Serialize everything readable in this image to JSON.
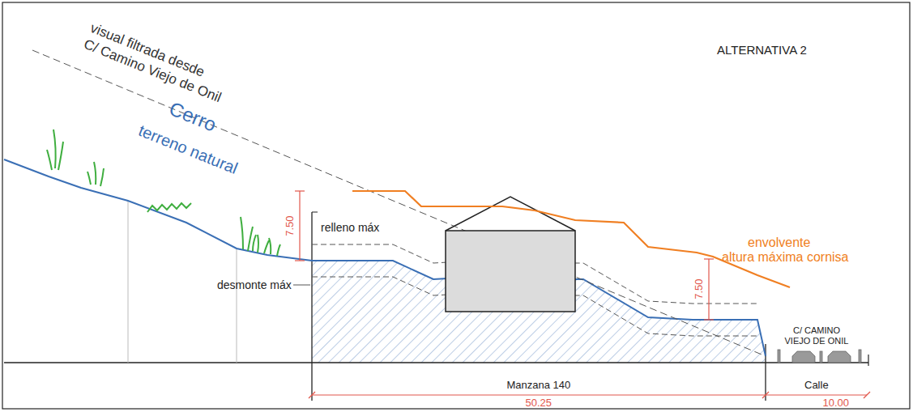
{
  "diagram": {
    "title": "ALTERNATIVA 2",
    "labels": [
      "visual filtrada desde",
      "C/ Camino Viejo de Onil",
      "Cerro",
      "terreno natural",
      "7.50",
      "relleno máx",
      "desmonte máx",
      "envolvente",
      "altura máxima cornisa",
      "7.50",
      "C/ CAMINO",
      "VIEJO DE ONIL",
      "Manzana 140",
      "50.25",
      "Calle",
      "10.00"
    ]
  }
}
